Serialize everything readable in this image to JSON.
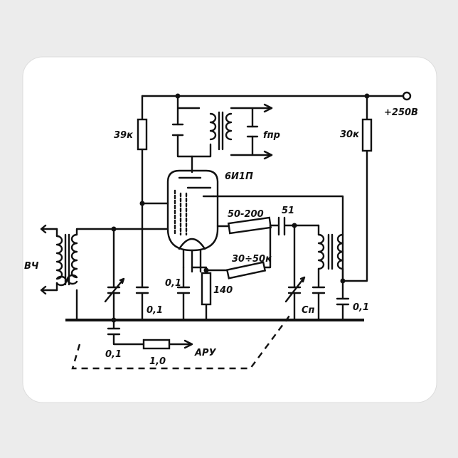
{
  "colors": {
    "background": "#ececec",
    "pad": "#ffffff",
    "ink": "#111111"
  },
  "labels": {
    "supply": "+250В",
    "r_anode": "39к",
    "r_load": "30к",
    "f_if": "fпр",
    "tube": "6И1П",
    "r_50_200": "50-200",
    "c_51": "51",
    "r_30_50": "30÷50к",
    "input": "ВЧ",
    "c_cathode": "0,1",
    "r_cathode": "140",
    "c_grid": "0,1",
    "c_tune": "Сп",
    "c_out": "0,1",
    "c_agc": "0,1",
    "r_agc": "1,0",
    "agc": "АРУ"
  }
}
